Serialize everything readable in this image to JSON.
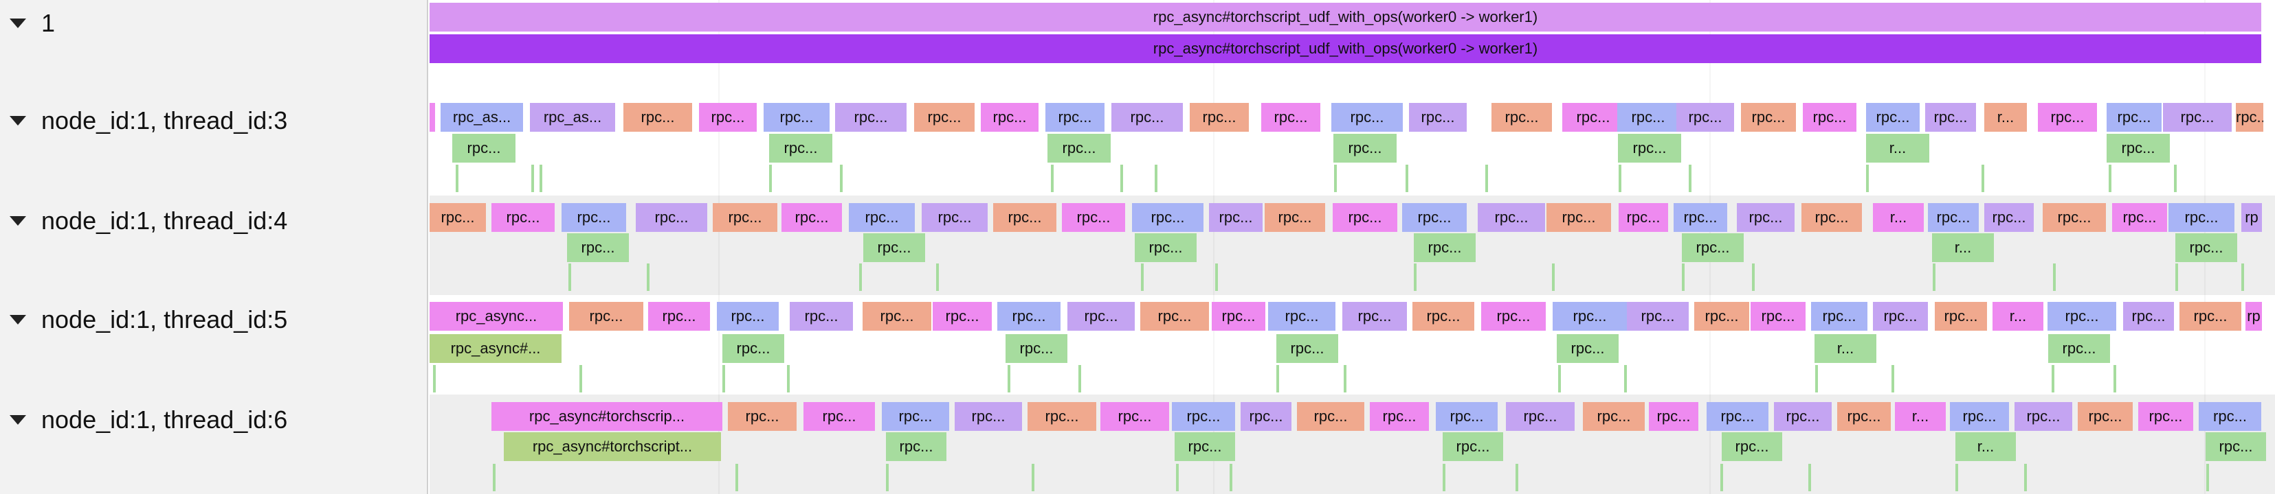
{
  "tracks": [
    {
      "id": "t1",
      "name": "1"
    },
    {
      "id": "t3",
      "name": "node_id:1, thread_id:3"
    },
    {
      "id": "t4",
      "name": "node_id:1, thread_id:4"
    },
    {
      "id": "t5",
      "name": "node_id:1, thread_id:5"
    },
    {
      "id": "t6",
      "name": "node_id:1, thread_id:6"
    }
  ],
  "top_slices": {
    "outer": "rpc_async#torchscript_udf_with_ops(worker0 -> worker1)",
    "inner": "rpc_async#torchscript_udf_with_ops(worker0 -> worker1)"
  },
  "slice_labels": {
    "rpc": "rpc...",
    "rpc_as": "rpc_as...",
    "r": "r...",
    "rp": "rp",
    "rpc_async_short": "rpc_async...",
    "rpc_async_hash": "rpc_async#...",
    "rpc_async_torchscrip": "rpc_async#torchscrip...",
    "rpc_async_torchscript": "rpc_async#torchscript..."
  },
  "colors": {
    "pink": "#ee8af0",
    "blue": "#a8b4f6",
    "salmon": "#f0a98e",
    "lavender": "#c4a4f2",
    "green": "#a6dc9e",
    "olive": "#b4d486",
    "top_light": "#d896f2",
    "top_dark": "#a43cf0"
  }
}
